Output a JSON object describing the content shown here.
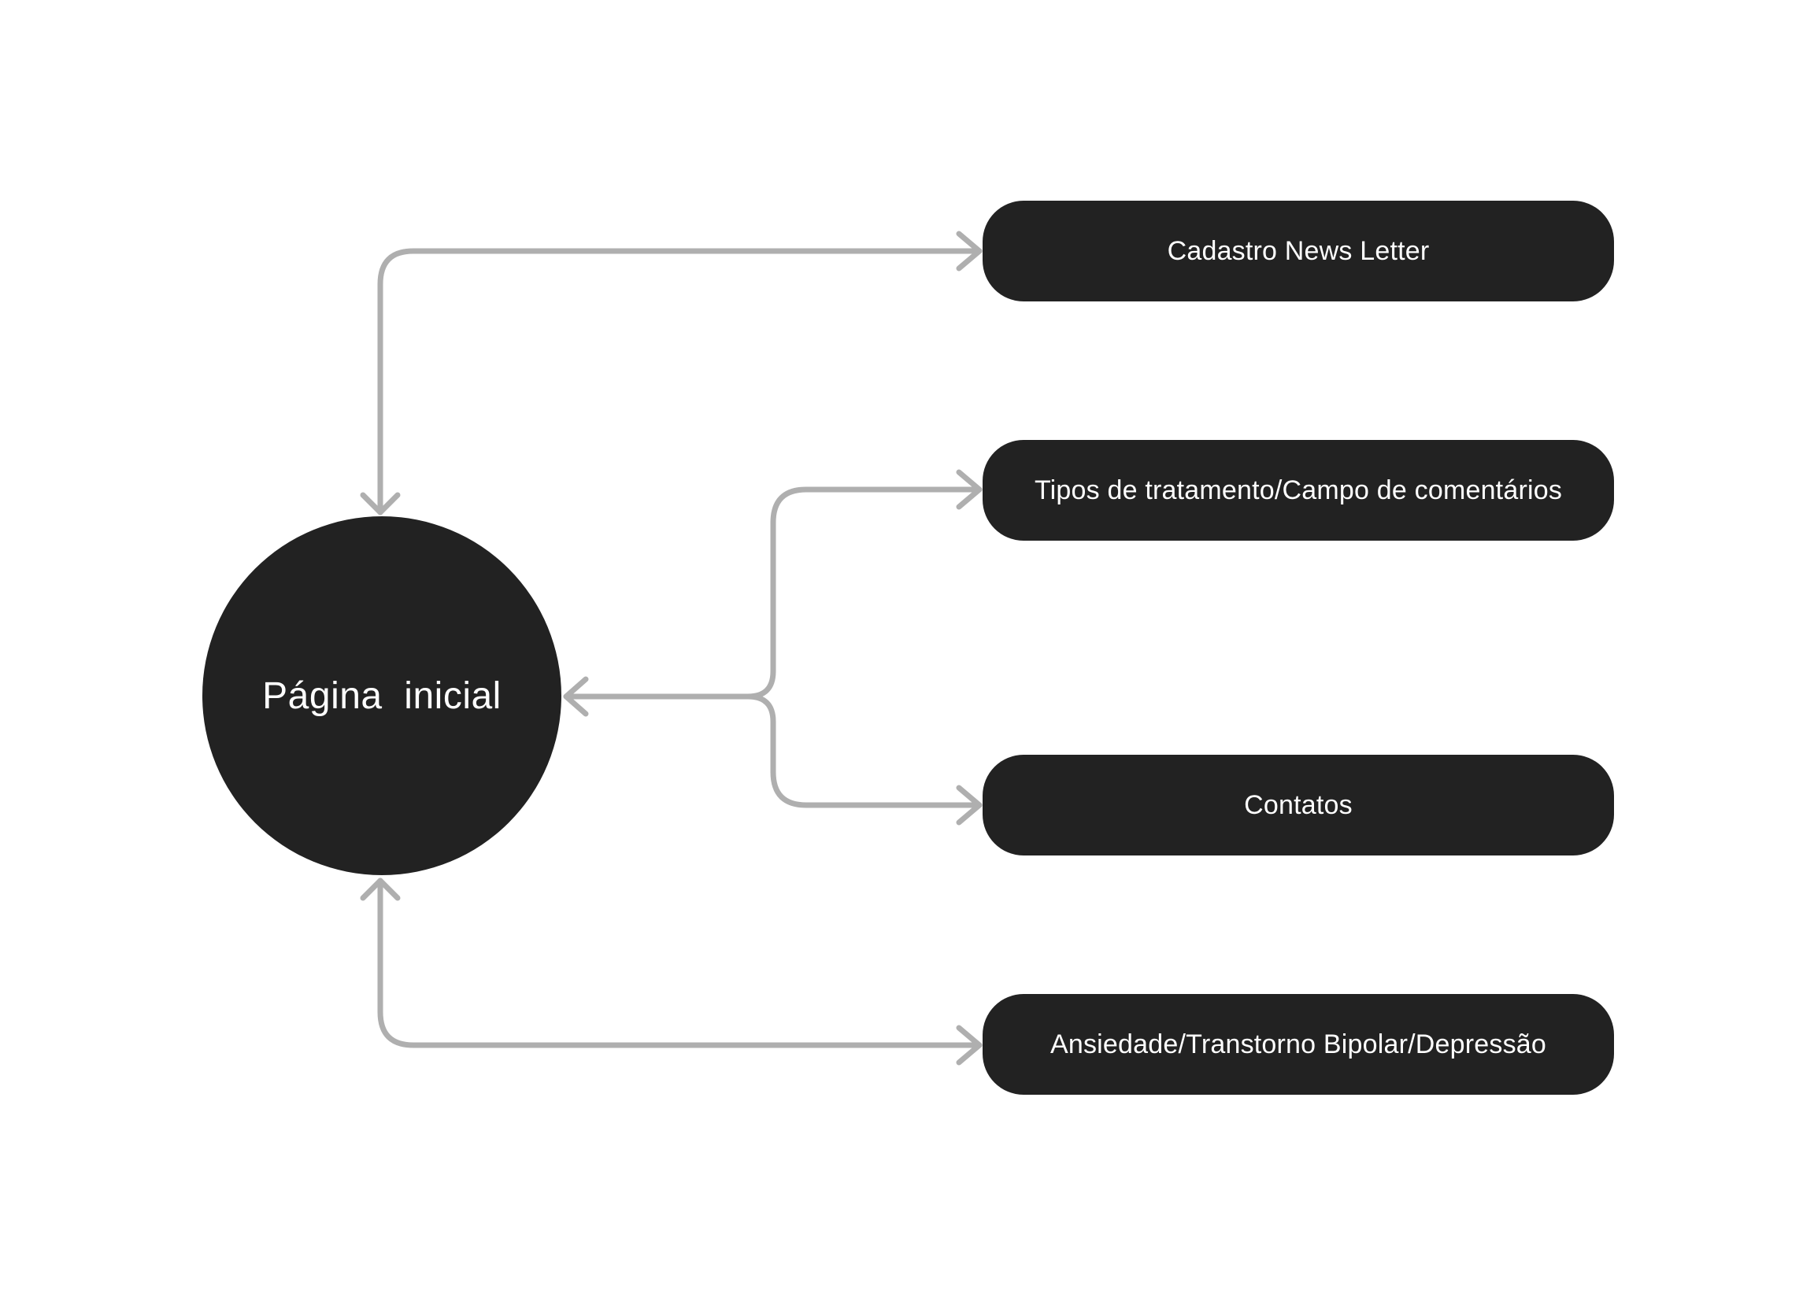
{
  "colors": {
    "background": "#FFFFFF",
    "node_fill": "#222222",
    "node_text": "#FFFFFF",
    "connector": "#AFAFAF"
  },
  "nodes": {
    "root": {
      "label": "Página  inicial"
    },
    "children": [
      {
        "label": "Cadastro News Letter"
      },
      {
        "label": "Tipos de tratamento/Campo de comentários"
      },
      {
        "label": "Contatos"
      },
      {
        "label": "Ansiedade/Transtorno Bipolar/Depressão"
      }
    ]
  }
}
